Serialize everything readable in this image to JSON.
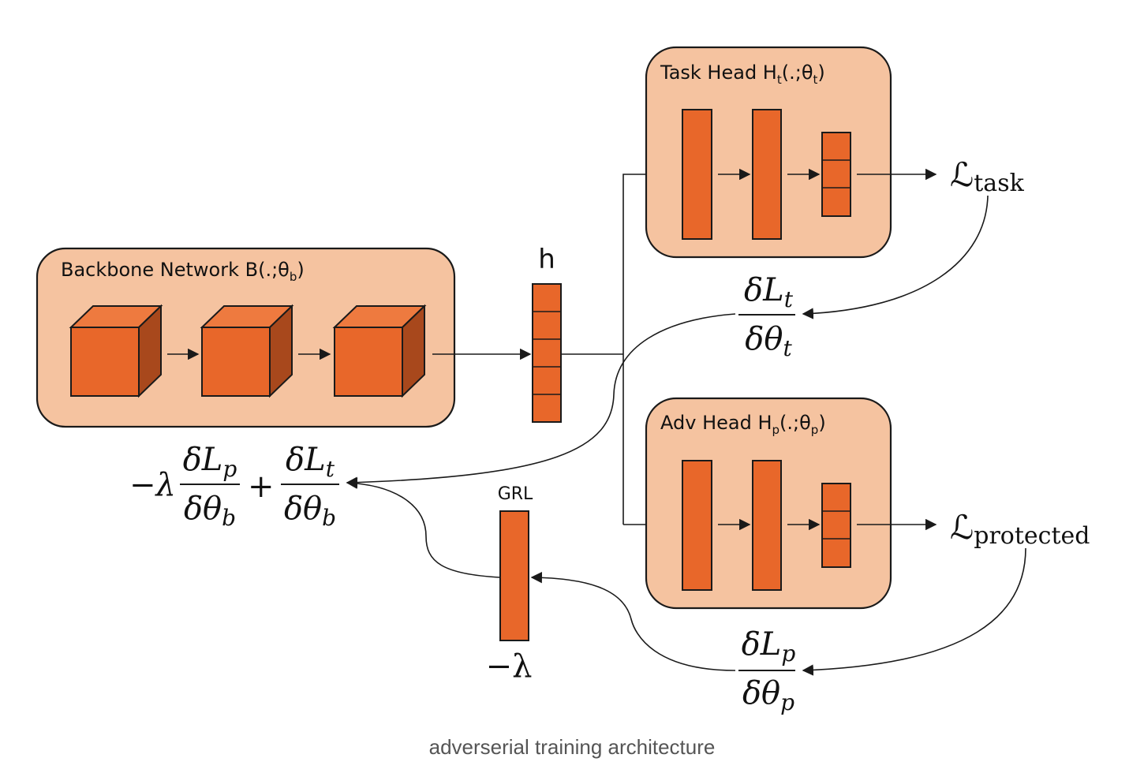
{
  "backbone": {
    "title": "Backbone Network B(.;θ",
    "title_sub": "b",
    "title_end": ")"
  },
  "task_head": {
    "title_a": "Task Head H",
    "title_sub1": "t",
    "title_b": "(.;θ",
    "title_sub2": "t",
    "title_end": ")"
  },
  "adv_head": {
    "title_a": "Adv Head H",
    "title_sub1": "p",
    "title_b": "(.;θ",
    "title_sub2": "p",
    "title_end": ")"
  },
  "feature": {
    "label": "h"
  },
  "grl": {
    "label": "GRL",
    "factor": "−λ"
  },
  "losses": {
    "task_symbol": "ℒ",
    "task_sub": "task",
    "protected_symbol": "ℒ",
    "protected_sub": "protected"
  },
  "gradients": {
    "task": {
      "num": "δL",
      "num_sub": "t",
      "den": "δθ",
      "den_sub": "t"
    },
    "protected": {
      "num": "δL",
      "num_sub": "p",
      "den": "δθ",
      "den_sub": "p"
    },
    "backbone": {
      "prefix": "−λ",
      "term1_num": "δL",
      "term1_num_sub": "p",
      "term1_den": "δθ",
      "term1_den_sub": "b",
      "plus": "+",
      "term2_num": "δL",
      "term2_num_sub": "t",
      "term2_den": "δθ",
      "term2_den_sub": "b"
    }
  },
  "caption": "adverserial training architecture",
  "colors": {
    "panel": "#f5c3a0",
    "block": "#e8672a",
    "block_dark": "#a8481c",
    "line": "#1a1a1a"
  }
}
